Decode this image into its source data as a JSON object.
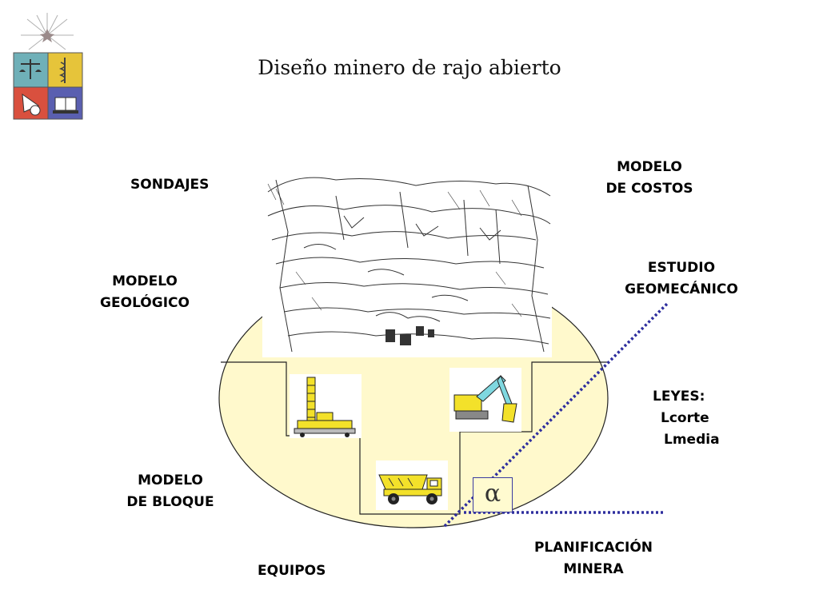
{
  "slide": {
    "title": "Diseño minero de rajo abierto"
  },
  "labels": {
    "sondajes": "SONDAJES",
    "modelo_costos": [
      "MODELO",
      "DE COSTOS"
    ],
    "estudio_geomecanico": [
      "ESTUDIO",
      "GEOMECÁNICO"
    ],
    "modelo_geologico": [
      "MODELO",
      "GEOLÓGICO"
    ],
    "leyes": [
      "LEYES:",
      "Lcorte",
      "Lmedia"
    ],
    "modelo_bloque": [
      "MODELO",
      "DE BLOQUE"
    ],
    "equipos": "EQUIPOS",
    "planificacion": [
      "PLANIFICACIÓN",
      "MINERA"
    ],
    "alpha": "α"
  },
  "colors": {
    "ellipse_fill": "#fff9cc",
    "dotted_line": "#2e2e9e",
    "equipment_yellow": "#f3e12a"
  },
  "icons": [
    "university-logo-icon",
    "mine-pit-sketch-icon",
    "drill-rig-icon",
    "excavator-icon",
    "haul-truck-icon"
  ]
}
